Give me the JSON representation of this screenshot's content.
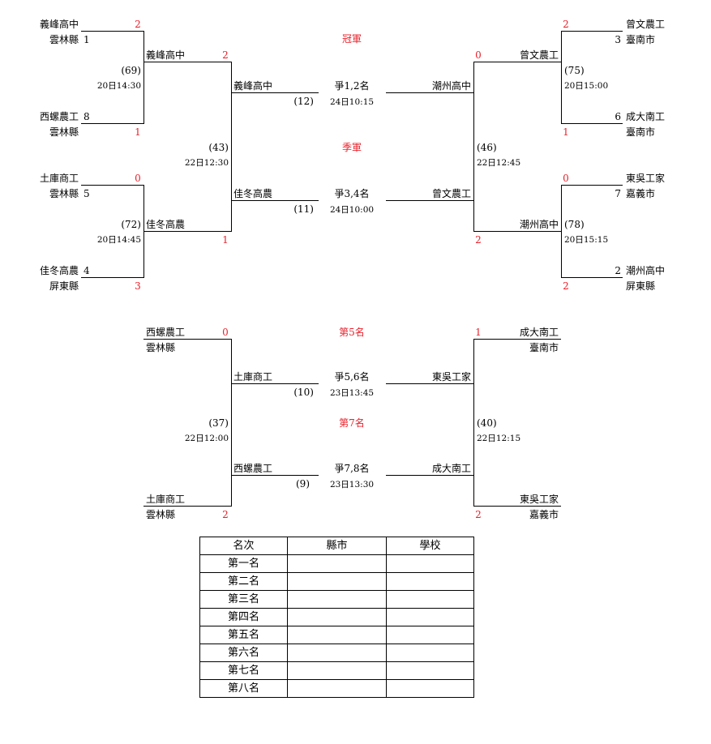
{
  "labels": {
    "champion": "冠軍",
    "third": "季軍",
    "fifth": "第5名",
    "seventh": "第7名",
    "final_12": "爭1,2名",
    "final_34": "爭3,4名",
    "final_56": "爭5,6名",
    "final_78": "爭7,8名"
  },
  "matches": {
    "m69": {
      "no": "(69)",
      "time": "20日14:30"
    },
    "m72": {
      "no": "(72)",
      "time": "20日14:45"
    },
    "m75": {
      "no": "(75)",
      "time": "20日15:00"
    },
    "m78": {
      "no": "(78)",
      "time": "20日15:15"
    },
    "m43": {
      "no": "(43)",
      "time": "22日12:30"
    },
    "m46": {
      "no": "(46)",
      "time": "22日12:45"
    },
    "m37": {
      "no": "(37)",
      "time": "22日12:00"
    },
    "m40": {
      "no": "(40)",
      "time": "22日12:15"
    },
    "m12": {
      "no": "(12)",
      "time": "24日10:15"
    },
    "m11": {
      "no": "(11)",
      "time": "24日10:00"
    },
    "m10": {
      "no": "(10)",
      "time": "23日13:45"
    },
    "m9": {
      "no": "(9)",
      "time": "23日13:30"
    }
  },
  "left_top": {
    "s1": {
      "name": "義峰高中",
      "county": "雲林縣",
      "seed": "1",
      "score": "2"
    },
    "s8": {
      "name": "西螺農工",
      "county": "雲林縣",
      "seed": "8",
      "score": "1"
    },
    "s5": {
      "name": "土庫商工",
      "county": "雲林縣",
      "seed": "5",
      "score": "0"
    },
    "s4": {
      "name": "佳冬高農",
      "county": "屏東縣",
      "seed": "4",
      "score": "3"
    },
    "w69": {
      "name": "義峰高中",
      "score": "2"
    },
    "w72": {
      "name": "佳冬高農",
      "score": "1"
    },
    "w43": "義峰高中",
    "l43": "佳冬高農"
  },
  "right_top": {
    "s3": {
      "name": "曾文農工",
      "county": "臺南市",
      "seed": "3",
      "score": "2"
    },
    "s6": {
      "name": "成大南工",
      "county": "臺南市",
      "seed": "6",
      "score": "1"
    },
    "s7": {
      "name": "東吳工家",
      "county": "嘉義市",
      "seed": "7",
      "score": "0"
    },
    "s2": {
      "name": "潮州高中",
      "county": "屏東縣",
      "seed": "2",
      "score": "2"
    },
    "w75": {
      "name": "曾文農工",
      "score": "0"
    },
    "w78": {
      "name": "潮州高中",
      "score": "2"
    },
    "w46": "潮州高中",
    "l46": "曾文農工"
  },
  "left_bottom": {
    "t1": {
      "name": "西螺農工",
      "county": "雲林縣",
      "score": "0"
    },
    "t2": {
      "name": "土庫商工",
      "county": "雲林縣",
      "score": "2"
    },
    "w37": "土庫商工",
    "l37": "西螺農工"
  },
  "right_bottom": {
    "t1": {
      "name": "成大南工",
      "county": "臺南市",
      "score": "1"
    },
    "t2": {
      "name": "東吳工家",
      "county": "嘉義市",
      "score": "2"
    },
    "w40": "東吳工家",
    "l40": "成大南工"
  },
  "table": {
    "headers": [
      "名次",
      "縣市",
      "學校"
    ],
    "rows": [
      "第一名",
      "第二名",
      "第三名",
      "第四名",
      "第五名",
      "第六名",
      "第七名",
      "第八名"
    ]
  }
}
